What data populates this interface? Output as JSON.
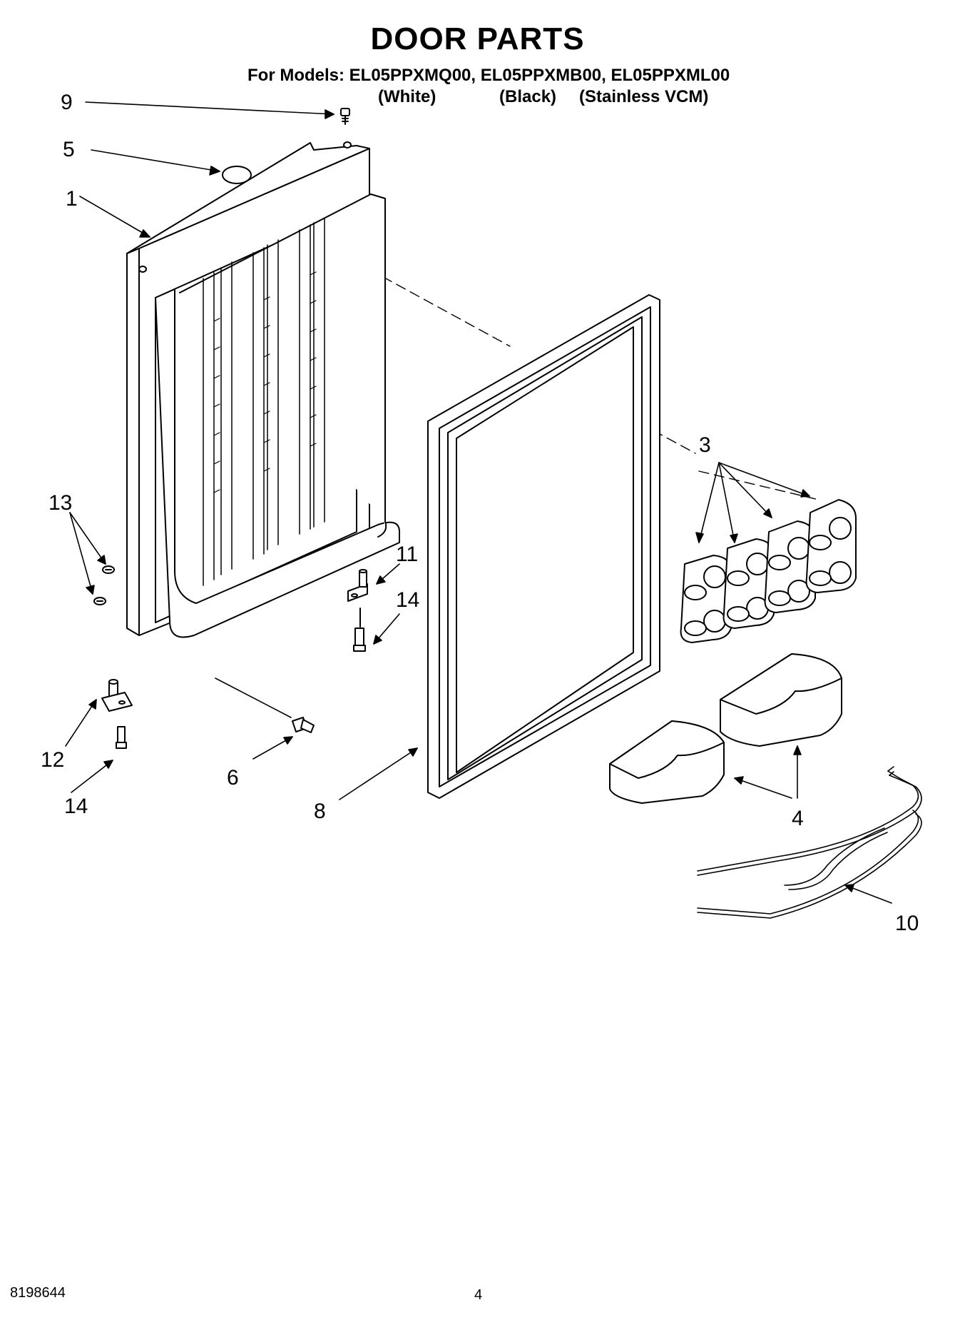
{
  "title": "DOOR PARTS",
  "models_line": "For Models: EL05PPXMQ00, EL05PPXMB00, EL05PPXML00",
  "variants": {
    "white": "(White)",
    "black": "(Black)",
    "stainless": "(Stainless VCM)"
  },
  "callouts": {
    "c9": "9",
    "c5": "5",
    "c1": "1",
    "c13": "13",
    "c11": "11",
    "c14a": "14",
    "c12": "12",
    "c14b": "14",
    "c6": "6",
    "c8": "8",
    "c3": "3",
    "c4": "4",
    "c10": "10"
  },
  "footer": {
    "doc_number": "8198644",
    "page_number": "4"
  }
}
